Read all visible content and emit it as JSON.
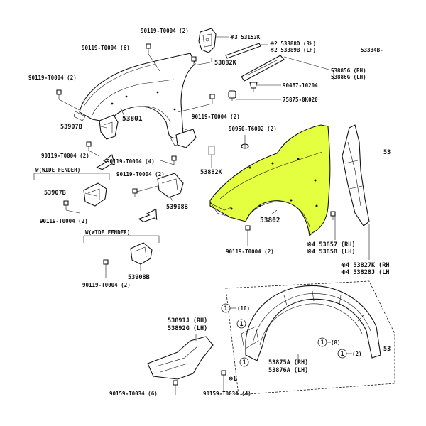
{
  "labels": {
    "p90119_t0004_2_top": "90119-T0004 (2)",
    "p90119_t0004_6": "90119-T0004 (6)",
    "p53153k": "※3 53153K",
    "p53388d": "※2 53388D (RH)",
    "p53389b": "※2 53389B (LH)",
    "p53384b": "53384B-",
    "p53882k_top": "53882K",
    "p90119_t0004_2_left": "90119-T0004 (2)",
    "p53885g": "53885G (RH)",
    "p53886g": "53886G (LH)",
    "p90467": "90467-10204",
    "p75875": "75875-0K020",
    "p53801": "53801",
    "p90119_t0004_2_mid": "90119-T0004 (2)",
    "p53907b": "53907B",
    "p90950": "90950-T6002 (2)",
    "p53_edge": "53",
    "p90119_t0004_2_b": "90119-T0004 (2)",
    "p90119_t0004_4": "90119-T0004 (4)",
    "p53882k_mid": "53882K",
    "wide_fender_1": "W(WIDE FENDER)",
    "p90119_t0004_2_c": "90119-T0004 (2)",
    "p53907b_w": "53907B",
    "p53908b": "53908B",
    "p90119_t0004_2_d": "90119-T0004 (2)",
    "p53802": "53802",
    "wide_fender_2": "W(WIDE FENDER)",
    "p90119_t0004_2_e": "90119-T0004 (2)",
    "p53857": "※4 53857 (RH)",
    "p53858": "※4 53858 (LH)",
    "p53827k": "※4 53827K (RH",
    "p53828j": "※4 53828J (LH",
    "p53908b_w": "53908B",
    "p90119_t0004_2_f": "90119-T0004 (2)",
    "c10": "(10)",
    "p53891j": "53891J (RH)",
    "p53892g": "53892G (LH)",
    "c8": "(8)",
    "c2": "(2)",
    "p53875a": "53875A (RH)",
    "p53876a": "53876A (LH)",
    "p1": "※1",
    "p90159_6": "90159-T0034 (6)",
    "p90159_4": "90159-T0034 (4)",
    "p53_edge2": "53"
  },
  "circle_marks": [
    "1",
    "1",
    "1",
    "1",
    "1"
  ],
  "colors": {
    "highlight": "#e3ff3f",
    "line": "#111111",
    "background": "#ffffff"
  }
}
